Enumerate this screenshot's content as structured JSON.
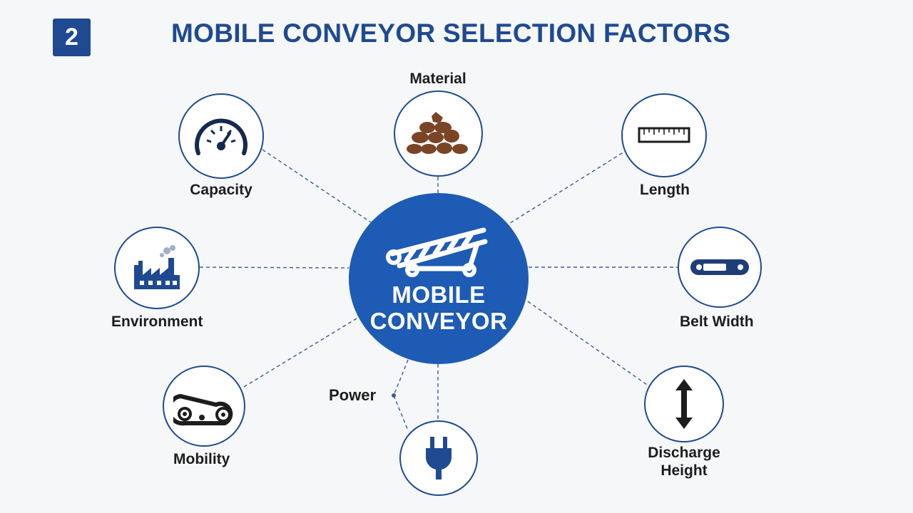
{
  "header": {
    "badge": "2",
    "title": "MOBILE CONVEYOR SELECTION FACTORS"
  },
  "hub": {
    "line1": "MOBILE",
    "line2": "CONVEYOR",
    "icon": "conveyor-icon"
  },
  "factors": {
    "material": {
      "label": "Material",
      "icon": "material-pile-icon"
    },
    "capacity": {
      "label": "Capacity",
      "icon": "gauge-icon"
    },
    "length": {
      "label": "Length",
      "icon": "ruler-icon"
    },
    "environment": {
      "label": "Environment",
      "icon": "factory-icon"
    },
    "belt_width": {
      "label": "Belt Width",
      "icon": "belt-icon"
    },
    "mobility": {
      "label": "Mobility",
      "icon": "track-icon"
    },
    "power": {
      "label": "Power",
      "icon": "plug-icon"
    },
    "discharge_height": {
      "label_line1": "Discharge",
      "label_line2": "Height",
      "icon": "vertical-arrow-icon"
    }
  },
  "colors": {
    "primary": "#1f4a92",
    "hub": "#1d5bb5",
    "material": "#7a4526",
    "connector": "#3a5a9a"
  }
}
